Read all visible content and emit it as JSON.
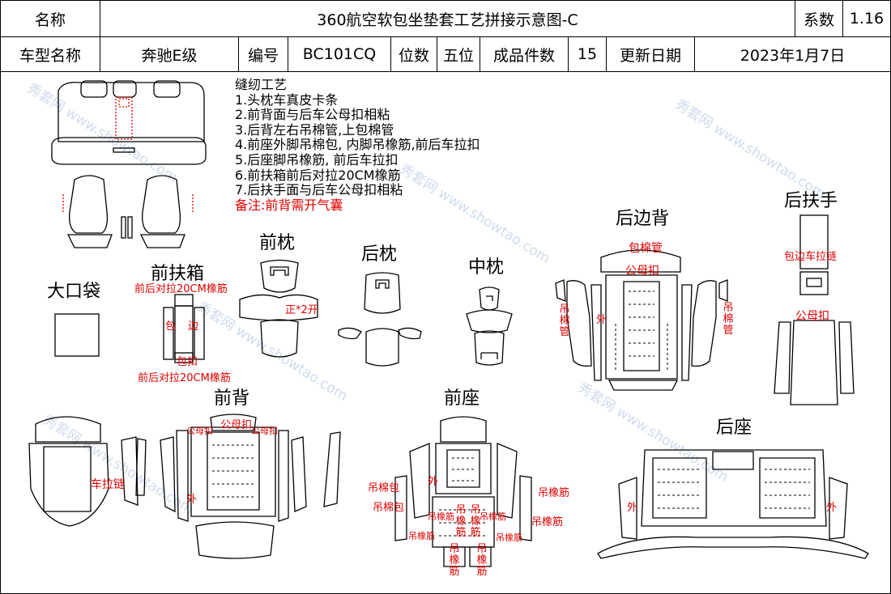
{
  "header": {
    "name_label": "名称",
    "title": "360航空软包坐垫套工艺拼接示意图-C",
    "coef_label": "系数",
    "coef_value": "1.16",
    "model_label": "车型名称",
    "model_value": "奔驰E级",
    "code_label": "编号",
    "code_value": "BC101CQ",
    "seats_label": "位数",
    "seats_value": "五位",
    "pieces_label": "成品件数",
    "pieces_value": "15",
    "date_label": "更新日期",
    "date_value": "2023年1月7日"
  },
  "notes": {
    "heading": "缝纫工艺",
    "lines": [
      "1.头枕车真皮卡条",
      "2.前背面与后车公母扣相粘",
      "3.后背左右吊棉管,上包棉管",
      "4.前座外脚吊棉包, 内脚吊橡筋,前后车拉扣",
      "5.后座脚吊橡筋, 前后车拉扣",
      "6.前扶箱前后对拉20CM橡筋",
      "7.后扶手面与后车公母扣相粘"
    ],
    "remark": "备注:前背需开气囊"
  },
  "labels": {
    "front_headrest": "前枕",
    "rear_headrest": "后枕",
    "middle_headrest": "中枕",
    "rear_side_back": "后边背",
    "rear_armrest": "后扶手",
    "front_armbox": "前扶箱",
    "big_pocket": "大口袋",
    "front_back": "前背",
    "front_seat": "前座",
    "rear_seat": "后座"
  },
  "annotations": {
    "front_times2": "正*2开",
    "armbox_elastic_top": "前后对拉20CM橡筋",
    "armbox_elastic_bottom": "前后对拉20CM橡筋",
    "armbox_bao": "包",
    "armbox_bian": "边",
    "armbox_kou": "包扣",
    "wrap_tube": "包棉管",
    "snap": "公母扣",
    "hang_tube": "吊棉管",
    "outer": "外",
    "wrap_zipper": "包边车拉链",
    "armrest_snap": "公母扣",
    "zipper": "车拉链",
    "snap_left": "公母扣",
    "snap_mid": "公母扣",
    "snap_right": "公母扣",
    "hang_pad": "吊棉包",
    "hang_elastic": "吊橡筋"
  },
  "watermark": "秀套网 www.showtao.com"
}
